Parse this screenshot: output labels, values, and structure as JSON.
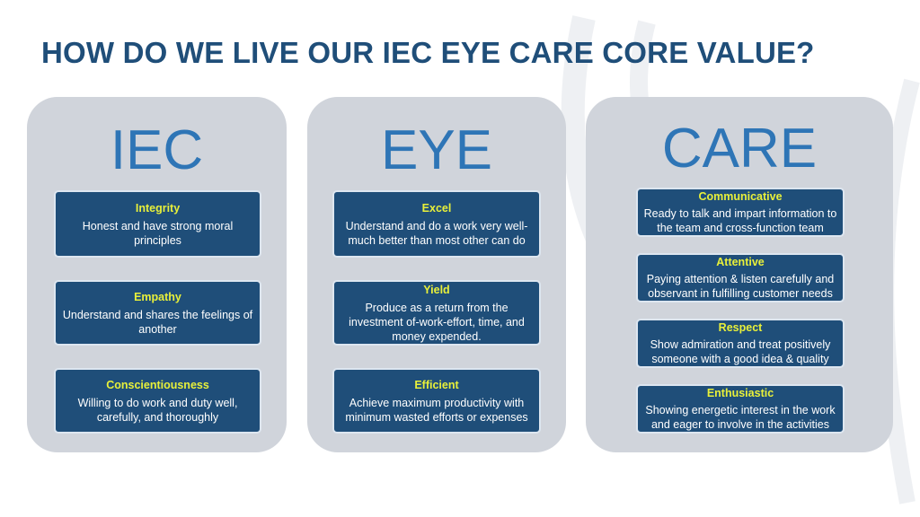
{
  "title": "HOW DO WE LIVE OUR IEC EYE CARE CORE VALUE?",
  "columns": [
    {
      "heading": "IEC",
      "items": [
        {
          "name": "Integrity",
          "desc": "Honest and have strong moral principles"
        },
        {
          "name": "Empathy",
          "desc": "Understand and shares the feelings of another"
        },
        {
          "name": "Conscientiousness",
          "desc": "Willing to do work and duty well, carefully, and thoroughly"
        }
      ]
    },
    {
      "heading": "EYE",
      "items": [
        {
          "name": "Excel",
          "desc": "Understand and do a work very well-much better than most other can do"
        },
        {
          "name": "Yield",
          "desc": "Produce as a return from the investment of-work-effort, time, and money expended."
        },
        {
          "name": "Efficient",
          "desc": "Achieve maximum productivity with minimum wasted  efforts or expenses"
        }
      ]
    },
    {
      "heading": "CARE",
      "items": [
        {
          "name": "Communicative",
          "desc": "Ready to talk and impart information to the team and cross-function team"
        },
        {
          "name": "Attentive",
          "desc": "Paying attention & listen carefully and observant in fulfilling customer needs"
        },
        {
          "name": "Respect",
          "desc": "Show admiration and treat positively someone  with a good idea & quality"
        },
        {
          "name": "Enthusiastic",
          "desc": "Showing energetic interest in the work and eager to involve in the activities"
        }
      ]
    }
  ]
}
